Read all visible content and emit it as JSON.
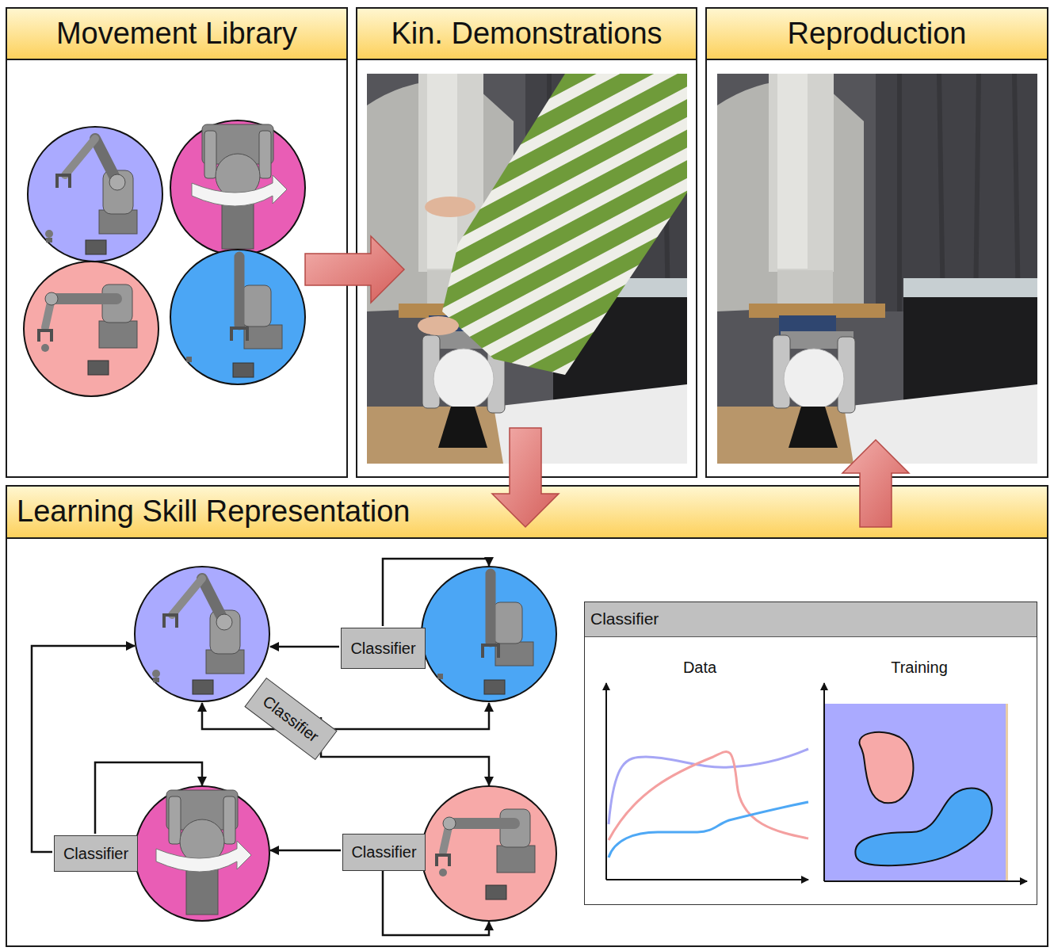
{
  "diagram": {
    "nodes": [
      {
        "text": [
          "Movement Library"
        ]
      },
      {
        "text": [
          "Kin. Demonstrations"
        ]
      },
      {
        "text": [
          "Reproduction"
        ]
      },
      {
        "text": [
          "Learning Skill Representation"
        ]
      },
      {
        "text": [
          "Classifier"
        ],
        "in": 3
      },
      {
        "text": [
          "Classifier"
        ],
        "in": 3
      },
      {
        "text": [
          "Classifier"
        ],
        "in": 3
      },
      {
        "text": [
          "Classifier"
        ],
        "in": 3
      },
      {
        "text": [
          "Classifier"
        ],
        "in": 3
      }
    ],
    "edges": [
      {
        "from": 0,
        "to": 1,
        "arrow": "to"
      },
      {
        "from": 1,
        "to": 3,
        "arrow": "to"
      },
      {
        "from": 3,
        "to": 2,
        "arrow": "to"
      }
    ],
    "labels": [
      "Data",
      "Training"
    ]
  }
}
